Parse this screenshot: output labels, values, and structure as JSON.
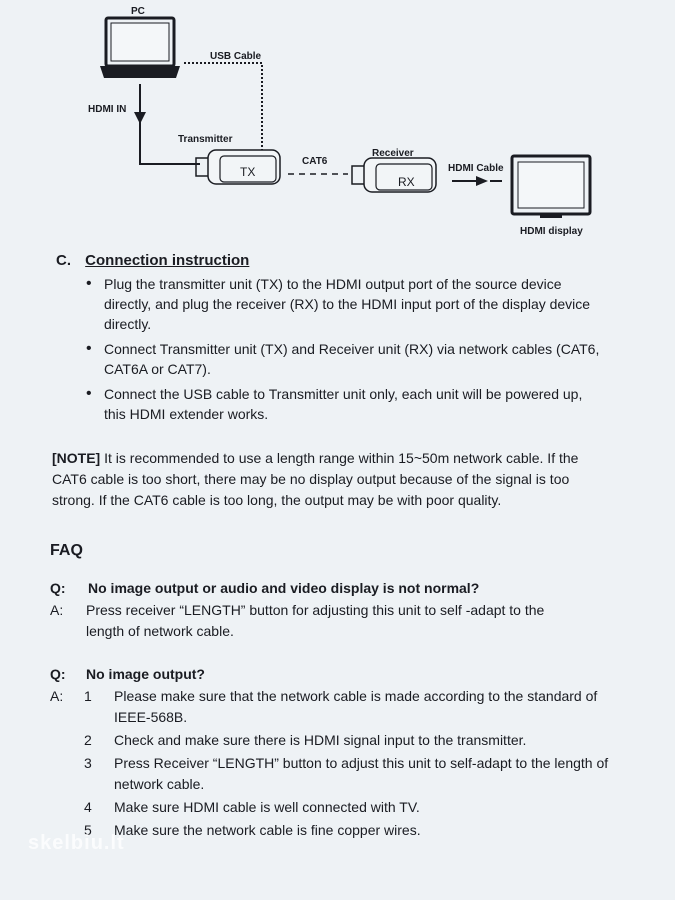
{
  "diagram": {
    "pc_label": "PC",
    "usb_cable_label": "USB Cable",
    "hdmi_in_label": "HDMI IN",
    "transmitter_label": "Transmitter",
    "tx_label": "TX",
    "cat6_label": "CAT6",
    "receiver_label": "Receiver",
    "rx_label": "RX",
    "hdmi_cable_label": "HDMI Cable",
    "hdmi_display_label": "HDMI display"
  },
  "connection": {
    "letter": "C.",
    "title": "Connection instruction",
    "items": [
      "Plug the transmitter unit (TX) to the HDMI output port of the source device directly, and plug the receiver (RX) to the HDMI input port of the display device directly.",
      "Connect Transmitter unit (TX) and Receiver unit (RX) via network cables (CAT6, CAT6A or CAT7).",
      "Connect the USB cable to Transmitter unit only, each unit will be powered up, this HDMI extender works."
    ]
  },
  "note": {
    "tag": "[NOTE]",
    "text": " It is recommended to use a length range within 15~50m network cable. If the CAT6 cable is too short, there may be no display output because of the signal is too strong. If the CAT6 cable is too long, the output may be with poor quality."
  },
  "faq": {
    "title": "FAQ",
    "q_tag": "Q:",
    "a_tag": "A:",
    "q1": "No image output or audio and video display is not normal?",
    "a1": "Press receiver “LENGTH” button for adjusting this unit to self -adapt to the length of network cable.",
    "q2": "No image output?",
    "steps": [
      {
        "num": "1",
        "text": "Please make sure that the network cable is made according to the standard of IEEE-568B."
      },
      {
        "num": "2",
        "text": "Check and make sure there is HDMI signal input to the transmitter."
      },
      {
        "num": "3",
        "text": "Press Receiver “LENGTH” button to adjust this unit to self-adapt to the length of network cable."
      },
      {
        "num": "4",
        "text": "Make sure HDMI cable is well connected with TV."
      },
      {
        "num": "5",
        "text": "Make sure the network cable is fine copper wires."
      }
    ]
  },
  "watermark": "skelbiu.lt"
}
